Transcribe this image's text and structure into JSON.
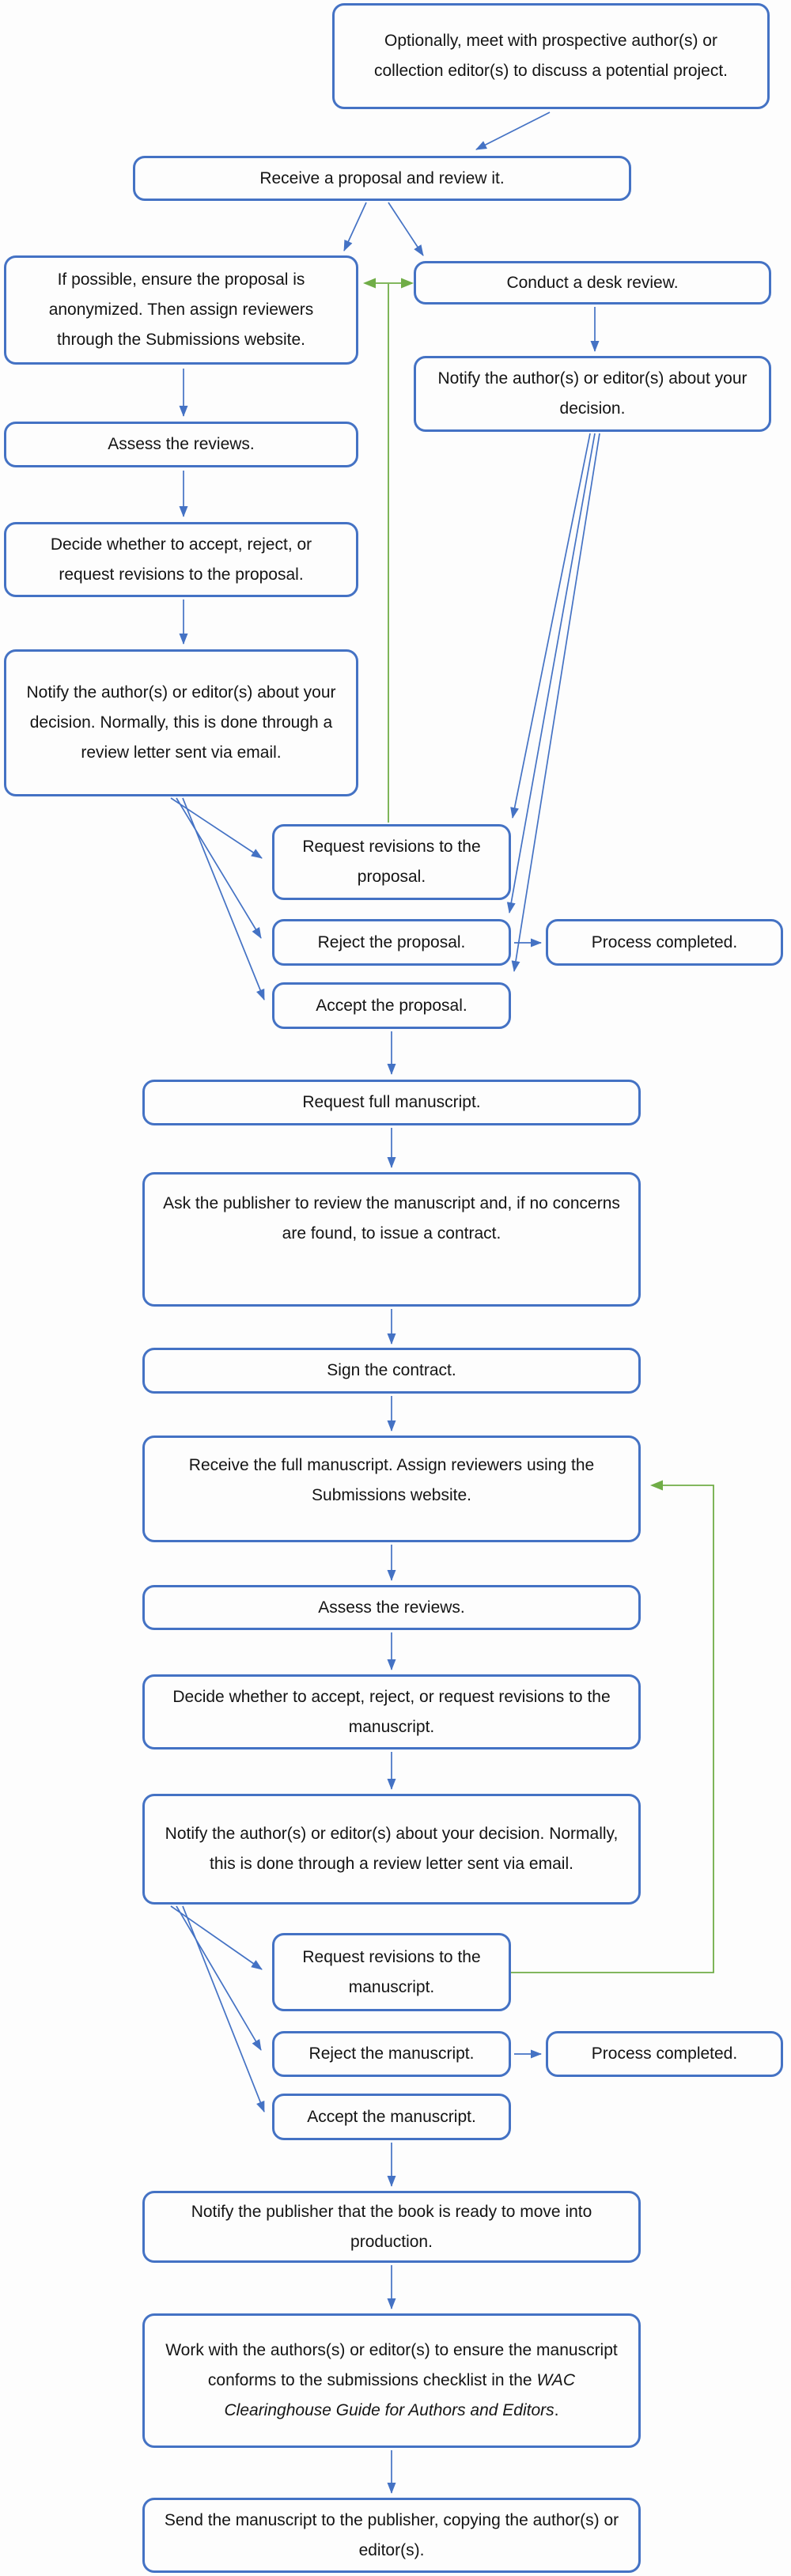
{
  "diagram": {
    "description": "Editorial workflow flowchart for proposals and manuscripts",
    "colors": {
      "node_border": "#4472C4",
      "connector_blue": "#4472C4",
      "connector_green": "#70AD47",
      "text": "#141414",
      "background": "#FDFDFD"
    },
    "nodes": {
      "optional_meeting": {
        "label": "Optionally, meet with prospective author(s) or collection editor(s) to discuss a potential project."
      },
      "receive_proposal": {
        "label": "Receive a proposal and review it."
      },
      "anonymize_assign": {
        "label": "If possible, ensure the proposal is anonymized. Then assign reviewers through the Submissions website."
      },
      "desk_review": {
        "label": "Conduct a desk review."
      },
      "desk_notify": {
        "label": "Notify the author(s) or editor(s) about your decision."
      },
      "assess_reviews_proposal": {
        "label": "Assess the reviews."
      },
      "decide_proposal": {
        "label": "Decide whether to accept, reject, or request revisions to the proposal."
      },
      "notify_decision_proposal": {
        "label": "Notify the author(s) or editor(s) about your decision.  Normally, this is done through a review letter sent via email."
      },
      "request_revisions_proposal": {
        "label": "Request revisions to the proposal."
      },
      "reject_proposal": {
        "label": "Reject the proposal."
      },
      "process_completed_proposal": {
        "label": "Process completed."
      },
      "accept_proposal": {
        "label": "Accept the proposal."
      },
      "request_full_manuscript": {
        "label": "Request full manuscript."
      },
      "ask_publisher_contract": {
        "label": "Ask the publisher to review the manuscript and, if no concerns are found, to issue a contract."
      },
      "sign_contract": {
        "label": "Sign the contract."
      },
      "receive_full_manuscript": {
        "label": "Receive the full manuscript. Assign reviewers using the Submissions website."
      },
      "assess_reviews_manuscript": {
        "label": "Assess the reviews."
      },
      "decide_manuscript": {
        "label": "Decide whether to accept, reject, or request revisions to the manuscript."
      },
      "notify_decision_manuscript": {
        "label": "Notify the author(s) or editor(s) about your decision. Normally, this is done through a review letter sent via email."
      },
      "request_revisions_manuscript": {
        "label": "Request revisions to the manuscript."
      },
      "reject_manuscript": {
        "label": "Reject the manuscript."
      },
      "process_completed_manuscript": {
        "label": "Process completed."
      },
      "accept_manuscript": {
        "label": "Accept the manuscript."
      },
      "notify_production": {
        "label": "Notify the publisher that the book is ready to move into production."
      },
      "work_checklist": {
        "label_prefix": "Work with the authors(s) or editor(s) to ensure the manuscript conforms to the submissions checklist in the ",
        "label_italic": "WAC Clearinghouse Guide for Authors and Editors",
        "label_suffix": "."
      },
      "send_to_publisher": {
        "label": "Send the manuscript to the publisher, copying the author(s) or editor(s)."
      }
    },
    "edges": [
      {
        "from": "optional_meeting",
        "to": "receive_proposal",
        "color": "blue"
      },
      {
        "from": "receive_proposal",
        "to": "anonymize_assign",
        "color": "blue"
      },
      {
        "from": "receive_proposal",
        "to": "desk_review",
        "color": "blue"
      },
      {
        "from": "anonymize_assign",
        "to": "desk_review",
        "color": "green",
        "arrows": "both"
      },
      {
        "from": "request_revisions_proposal",
        "to": "anonymize_assign_desk_review_pair",
        "color": "green"
      },
      {
        "from": "anonymize_assign",
        "to": "assess_reviews_proposal",
        "color": "blue"
      },
      {
        "from": "desk_review",
        "to": "desk_notify",
        "color": "blue"
      },
      {
        "from": "assess_reviews_proposal",
        "to": "decide_proposal",
        "color": "blue"
      },
      {
        "from": "decide_proposal",
        "to": "notify_decision_proposal",
        "color": "blue"
      },
      {
        "from": "notify_decision_proposal",
        "to": "request_revisions_proposal",
        "color": "blue"
      },
      {
        "from": "notify_decision_proposal",
        "to": "reject_proposal",
        "color": "blue"
      },
      {
        "from": "notify_decision_proposal",
        "to": "accept_proposal",
        "color": "blue"
      },
      {
        "from": "desk_notify",
        "to": "request_revisions_proposal",
        "color": "blue"
      },
      {
        "from": "desk_notify",
        "to": "reject_proposal",
        "color": "blue"
      },
      {
        "from": "desk_notify",
        "to": "accept_proposal",
        "color": "blue"
      },
      {
        "from": "reject_proposal",
        "to": "process_completed_proposal",
        "color": "blue"
      },
      {
        "from": "accept_proposal",
        "to": "request_full_manuscript",
        "color": "blue"
      },
      {
        "from": "request_full_manuscript",
        "to": "ask_publisher_contract",
        "color": "blue"
      },
      {
        "from": "ask_publisher_contract",
        "to": "sign_contract",
        "color": "blue"
      },
      {
        "from": "sign_contract",
        "to": "receive_full_manuscript",
        "color": "blue"
      },
      {
        "from": "receive_full_manuscript",
        "to": "assess_reviews_manuscript",
        "color": "blue"
      },
      {
        "from": "assess_reviews_manuscript",
        "to": "decide_manuscript",
        "color": "blue"
      },
      {
        "from": "decide_manuscript",
        "to": "notify_decision_manuscript",
        "color": "blue"
      },
      {
        "from": "notify_decision_manuscript",
        "to": "request_revisions_manuscript",
        "color": "blue"
      },
      {
        "from": "notify_decision_manuscript",
        "to": "reject_manuscript",
        "color": "blue"
      },
      {
        "from": "notify_decision_manuscript",
        "to": "accept_manuscript",
        "color": "blue"
      },
      {
        "from": "request_revisions_manuscript",
        "to": "receive_full_manuscript",
        "color": "green"
      },
      {
        "from": "reject_manuscript",
        "to": "process_completed_manuscript",
        "color": "blue"
      },
      {
        "from": "accept_manuscript",
        "to": "notify_production",
        "color": "blue"
      },
      {
        "from": "notify_production",
        "to": "work_checklist",
        "color": "blue"
      },
      {
        "from": "work_checklist",
        "to": "send_to_publisher",
        "color": "blue"
      }
    ]
  }
}
